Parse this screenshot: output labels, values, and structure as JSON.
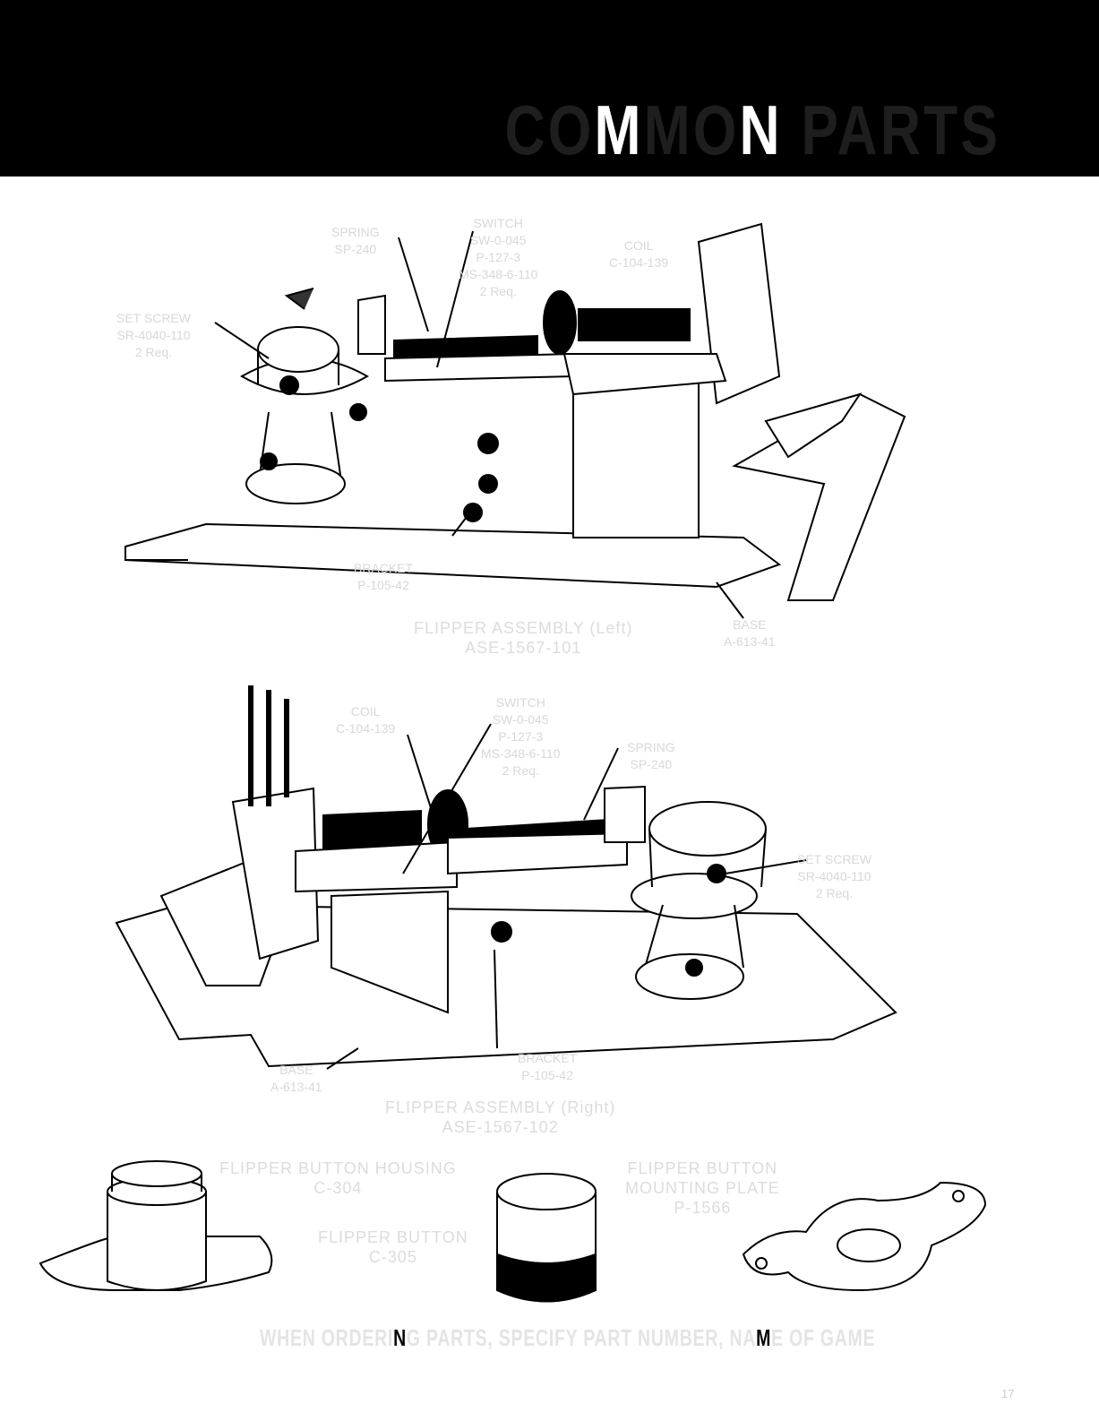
{
  "header": {
    "title_segments": [
      {
        "text": "CO",
        "lit": false
      },
      {
        "text": "M",
        "lit": true
      },
      {
        "text": "MO",
        "lit": false
      },
      {
        "text": "N",
        "lit": true
      },
      {
        "text": " PARTS",
        "lit": false
      }
    ]
  },
  "left_assembly": {
    "caption": [
      "FLIPPER ASSEMBLY (Left)",
      "ASE-1567-101"
    ],
    "labels": {
      "spring": [
        "SPRING",
        "SP-240"
      ],
      "switch": [
        "SWITCH",
        "SW-0-045",
        "P-127-3",
        "MS-348-6-110",
        "2 Req."
      ],
      "coil": [
        "COIL",
        "C-104-139"
      ],
      "set_screw": [
        "SET SCREW",
        "SR-4040-110",
        "2 Req."
      ],
      "bracket": [
        "BRACKET",
        "P-105-42"
      ],
      "base": [
        "BASE",
        "A-613-41"
      ]
    }
  },
  "right_assembly": {
    "caption": [
      "FLIPPER ASSEMBLY (Right)",
      "ASE-1567-102"
    ],
    "labels": {
      "coil": [
        "COIL",
        "C-104-139"
      ],
      "switch": [
        "SWITCH",
        "SW-0-045",
        "P-127-3",
        "MS-348-6-110",
        "2 Req."
      ],
      "spring": [
        "SPRING",
        "SP-240"
      ],
      "set_screw": [
        "SET SCREW",
        "SR-4040-110",
        "2 Req."
      ],
      "bracket": [
        "BRACKET",
        "P-105-42"
      ],
      "base": [
        "BASE",
        "A-613-41"
      ]
    }
  },
  "parts": {
    "housing": [
      "FLIPPER BUTTON HOUSING",
      "C-304"
    ],
    "button": [
      "FLIPPER BUTTON",
      "C-305"
    ],
    "plate": [
      "FLIPPER BUTTON",
      "MOUNTING PLATE",
      "P-1566"
    ]
  },
  "footer": {
    "segments": [
      {
        "text": "WHEN ORDERI",
        "lit": false
      },
      {
        "text": "N",
        "lit": true
      },
      {
        "text": "G PARTS, SPECIFY PART NUMBER, NA",
        "lit": false
      },
      {
        "text": "M",
        "lit": true
      },
      {
        "text": "E OF GAME",
        "lit": false
      }
    ]
  },
  "page_number": "17"
}
